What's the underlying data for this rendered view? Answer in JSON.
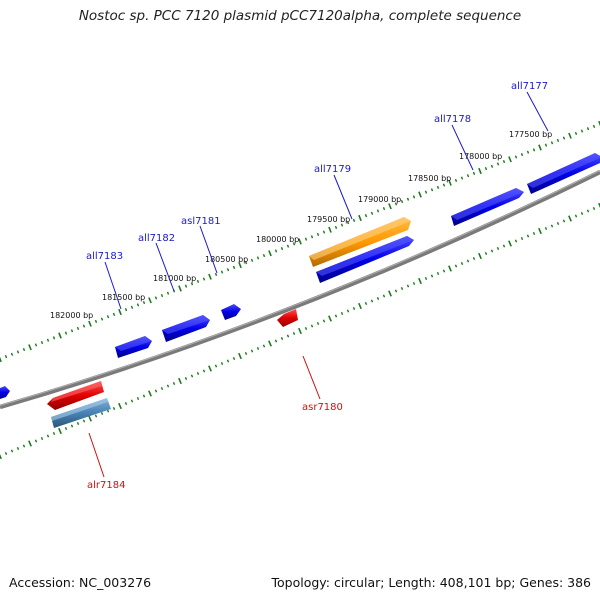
{
  "title": "Nostoc sp. PCC 7120 plasmid pCC7120alpha, complete sequence",
  "footer": {
    "accession": "Accession: NC_003276",
    "info": "Topology: circular; Length: 408,101 bp; Genes: 386"
  },
  "colors": {
    "backbone": "#888888",
    "tick": "#1a7a1a",
    "forward_gene": "#0000e6",
    "reverse_gene": "#e00000",
    "highlight_gene": "#ff9900",
    "steelblue_gene": "#4682b4",
    "forward_label": "#1a1acc",
    "reverse_label": "#cc1111"
  },
  "positions": [
    {
      "label": "177500 bp"
    },
    {
      "label": "178000 bp"
    },
    {
      "label": "178500 bp"
    },
    {
      "label": "179000 bp"
    },
    {
      "label": "179500 bp"
    },
    {
      "label": "180000 bp"
    },
    {
      "label": "180500 bp"
    },
    {
      "label": "181000 bp"
    },
    {
      "label": "181500 bp"
    },
    {
      "label": "182000 bp"
    }
  ],
  "genes": [
    {
      "name": "all7177",
      "strand": "+"
    },
    {
      "name": "all7178",
      "strand": "+"
    },
    {
      "name": "all7179",
      "strand": "+"
    },
    {
      "name": "asr7180",
      "strand": "-"
    },
    {
      "name": "asl7181",
      "strand": "+"
    },
    {
      "name": "all7182",
      "strand": "+"
    },
    {
      "name": "all7183",
      "strand": "+"
    },
    {
      "name": "alr7184",
      "strand": "-"
    }
  ]
}
